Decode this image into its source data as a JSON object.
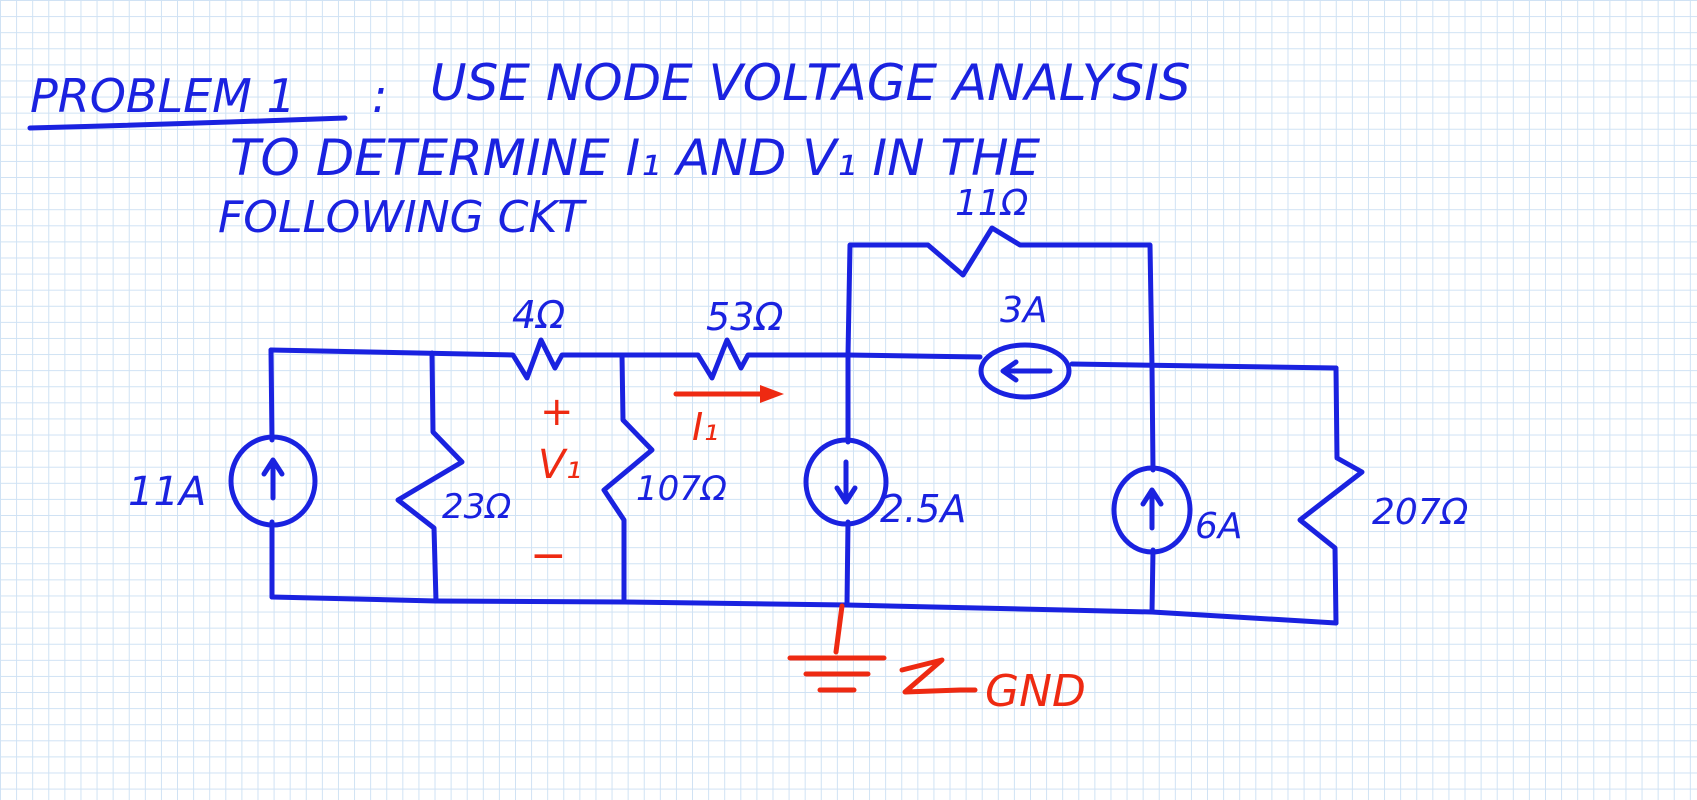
{
  "heading": {
    "label": "PROBLEM 1",
    "separator": ":",
    "line1": "USE NODE VOLTAGE ANALYSIS",
    "line2": "TO DETERMINE I₁ AND V₁ IN THE",
    "line3": "FOLLOWING CKT"
  },
  "components": {
    "r_11": "11Ω",
    "r_4": "4Ω",
    "r_53": "53Ω",
    "r_23": "23Ω",
    "r_107": "107Ω",
    "r_207": "207Ω",
    "src_11a": "11A",
    "src_3a": "3A",
    "src_2_5a": "2.5A",
    "src_6a": "6A"
  },
  "annotations": {
    "plus": "+",
    "minus": "−",
    "v1": "V₁",
    "i1": "I₁",
    "gnd": "GND"
  },
  "colors": {
    "ink_blue": "#1a22e0",
    "ink_red": "#ee2a12",
    "grid": "#cfe2f4"
  }
}
